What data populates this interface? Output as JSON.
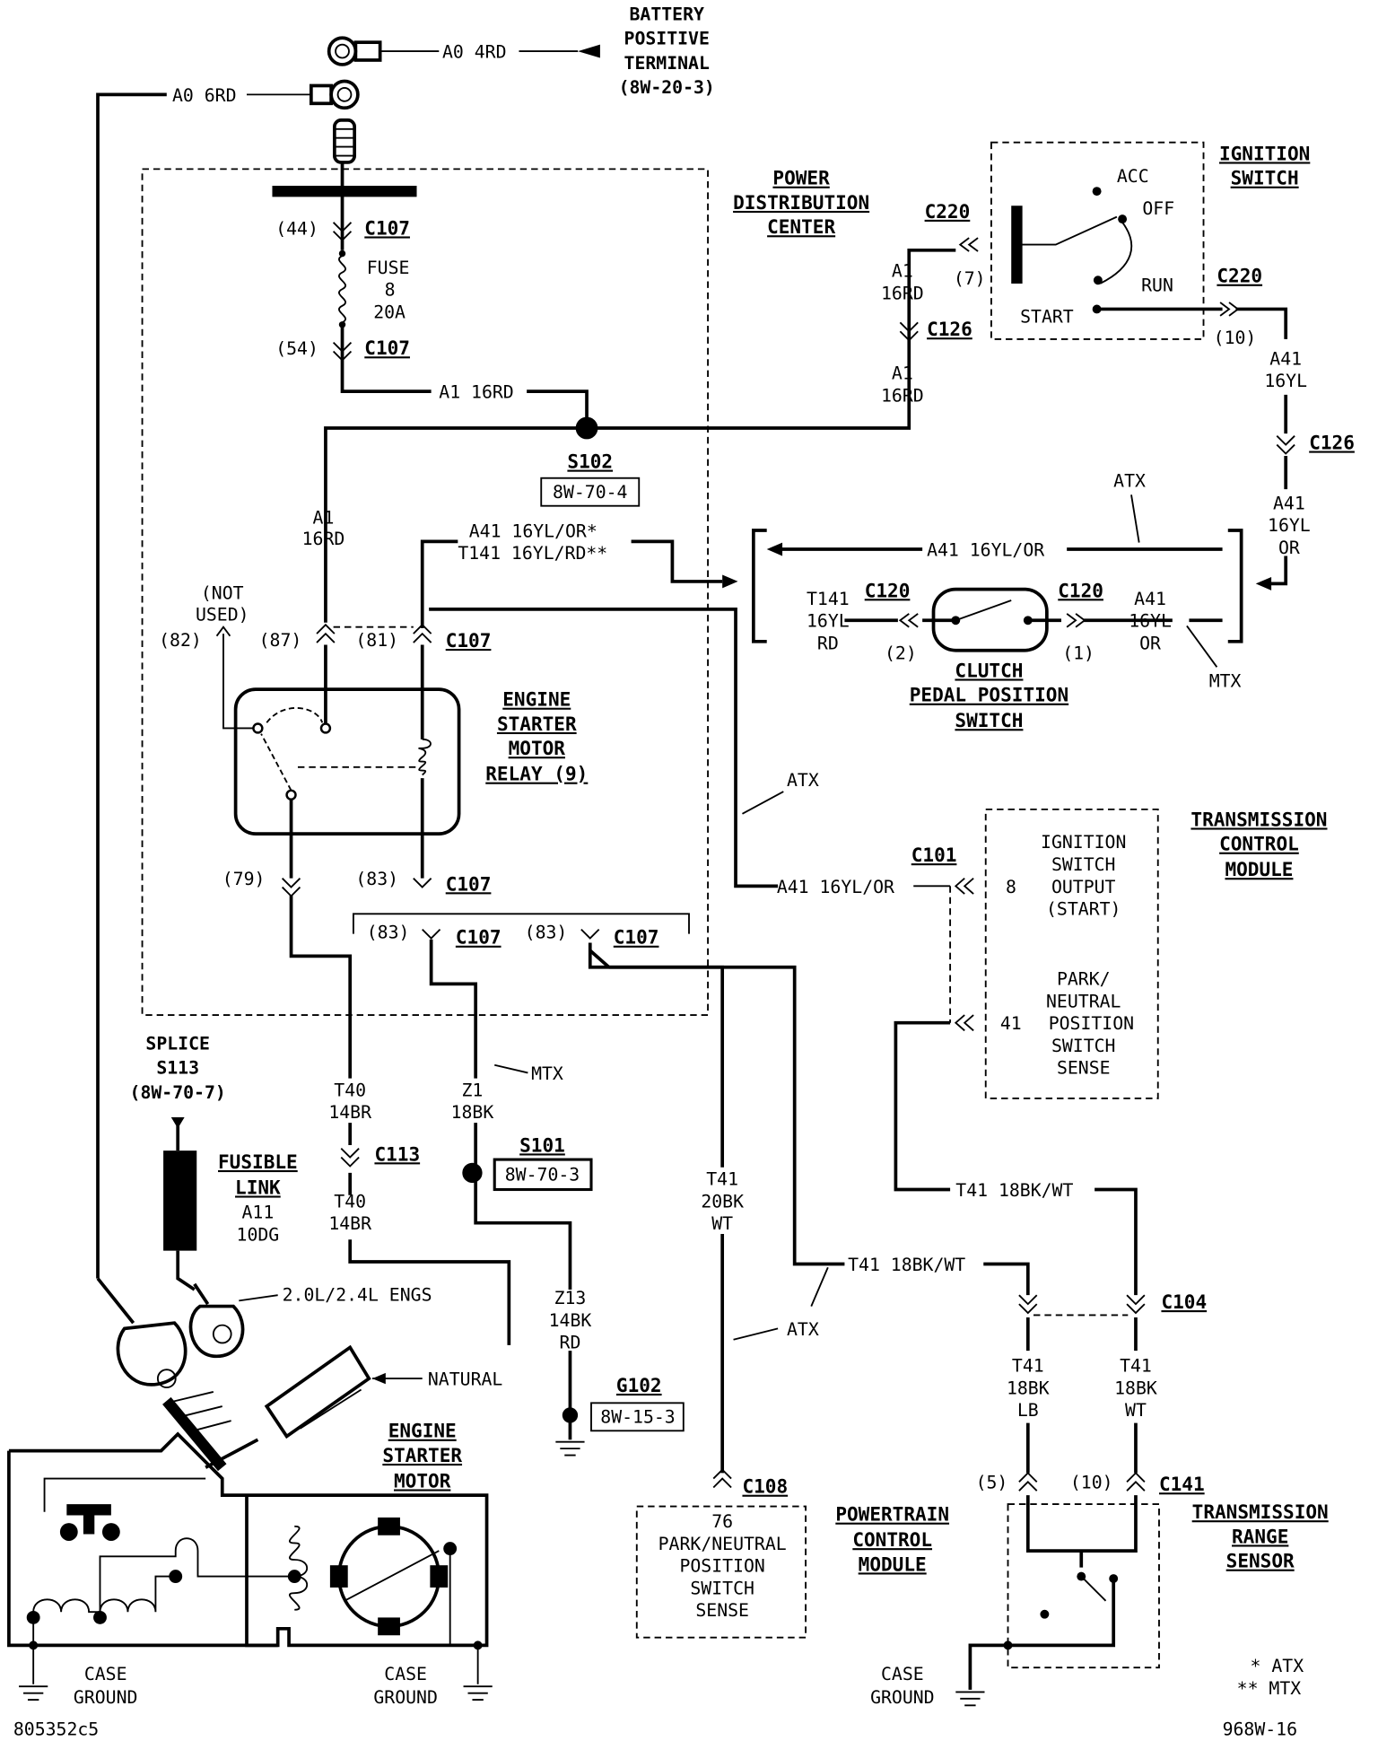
{
  "battery": [
    "BATTERY",
    "POSITIVE",
    "TERMINAL",
    "(8W-20-3)"
  ],
  "wire_a0_4rd": "A0 4RD",
  "wire_a0_6rd": "A0 6RD",
  "pdc": [
    "POWER",
    "DISTRIBUTION",
    "CENTER"
  ],
  "c107": "C107",
  "c220": "C220",
  "c126": "C126",
  "c120": "C120",
  "c101": "C101",
  "c113": "C113",
  "c108": "C108",
  "c104": "C104",
  "c141": "C141",
  "pin_44": "(44)",
  "pin_54": "(54)",
  "fuse": [
    "FUSE",
    "8",
    "20A"
  ],
  "a1_16rd": "A1 16RD",
  "a1_stack": [
    "A1",
    "16RD"
  ],
  "s102": "S102",
  "s102_ref": "8W-70-4",
  "ign_switch": [
    "IGNITION",
    "SWITCH"
  ],
  "ign_positions": [
    "ACC",
    "OFF",
    "RUN",
    "START"
  ],
  "pin_7": "(7)",
  "pin_10": "(10)",
  "a41_16yl": [
    "A41",
    "16YL"
  ],
  "a41_16yl_or": [
    "A41",
    "16YL",
    "OR"
  ],
  "a41_or_star": "A41 16YL/OR*",
  "t141_rd": "T141 16YL/RD**",
  "a41_yl_or": "A41 16YL/OR",
  "atx": "ATX",
  "mtx": "MTX",
  "t141_stack": [
    "T141",
    "16YL",
    "RD"
  ],
  "pin_2": "(2)",
  "pin_1": "(1)",
  "clutch": [
    "CLUTCH",
    "PEDAL POSITION",
    "SWITCH"
  ],
  "not_used": [
    "(NOT",
    "USED)"
  ],
  "pin_82": "(82)",
  "pin_87": "(87)",
  "pin_81": "(81)",
  "pin_79": "(79)",
  "pin_83": "(83)",
  "relay": [
    "ENGINE",
    "STARTER",
    "MOTOR",
    "RELAY (9)"
  ],
  "tcm": [
    "TRANSMISSION",
    "CONTROL",
    "MODULE"
  ],
  "tcm_pin8": "8",
  "tcm_pin8_desc": [
    "IGNITION",
    "SWITCH",
    "OUTPUT",
    "(START)"
  ],
  "tcm_pin41": "41",
  "tcm_pin41_desc": [
    "PARK/",
    "NEUTRAL",
    "POSITION",
    "SWITCH",
    "SENSE"
  ],
  "z1": [
    "Z1",
    "18BK"
  ],
  "s101": "S101",
  "s101_ref": "8W-70-3",
  "z13": [
    "Z13",
    "14BK",
    "RD"
  ],
  "g102": "G102",
  "g102_ref": "8W-15-3",
  "t40": [
    "T40",
    "14BR"
  ],
  "t41_20bk": [
    "T41",
    "20BK",
    "WT"
  ],
  "t41_18bk_wt": "T41 18BK/WT",
  "t41_lb": [
    "T41",
    "18BK",
    "LB"
  ],
  "t41_wt": [
    "T41",
    "18BK",
    "WT"
  ],
  "pin_5": "(5)",
  "pcm": [
    "POWERTRAIN",
    "CONTROL",
    "MODULE"
  ],
  "pcm_desc": [
    "76",
    "PARK/NEUTRAL",
    "POSITION",
    "SWITCH",
    "SENSE"
  ],
  "trs": [
    "TRANSMISSION",
    "RANGE",
    "SENSOR"
  ],
  "splice": [
    "SPLICE",
    "S113",
    "(8W-70-7)"
  ],
  "fusible": [
    "FUSIBLE",
    "LINK"
  ],
  "a11": [
    "A11",
    "10DG"
  ],
  "engs": "2.0L/2.4L ENGS",
  "natural": "NATURAL",
  "starter": [
    "ENGINE",
    "STARTER",
    "MOTOR"
  ],
  "case_ground": [
    "CASE",
    "GROUND"
  ],
  "legend": [
    "* ATX",
    "** MTX"
  ],
  "footer_left": "805352c5",
  "footer_right": "968W-16"
}
